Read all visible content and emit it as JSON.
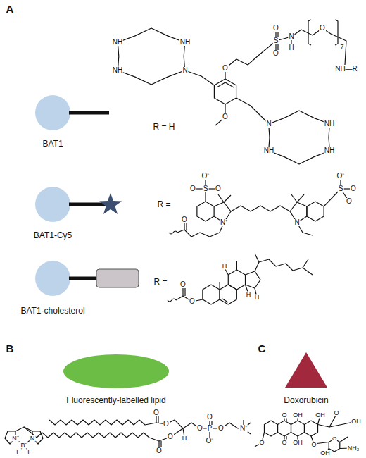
{
  "diagram": {
    "labels": [
      "A",
      "O",
      "S",
      "O",
      "O",
      "N",
      "H",
      "O",
      "7",
      "NH—R",
      "NH",
      "NH",
      "NH",
      "N",
      "O",
      "N",
      "NH",
      "NH",
      "NH",
      "BAT1",
      "R = H",
      "BAT1-Cy5",
      "R =",
      "O⁻",
      "O",
      "S",
      "O",
      "N⁺",
      "O",
      "O⁻",
      "S",
      "O",
      "O",
      "N",
      "BAT1-cholesterol",
      "R =",
      "O",
      "O",
      "H",
      "H",
      "H",
      "B",
      "C",
      "Fluorescently-labelled lipid",
      "O",
      "O",
      "O",
      "O",
      "H",
      "O",
      "P",
      "O",
      "O⁻",
      "O",
      "N⁺",
      "N⁺",
      "B⁻",
      "N",
      "F",
      "F",
      "Doxorubicin",
      "O",
      "OH",
      "O",
      "OH",
      "O",
      "OH",
      "O",
      "OH",
      "O",
      "O",
      "NH₂",
      "OH"
    ]
  }
}
